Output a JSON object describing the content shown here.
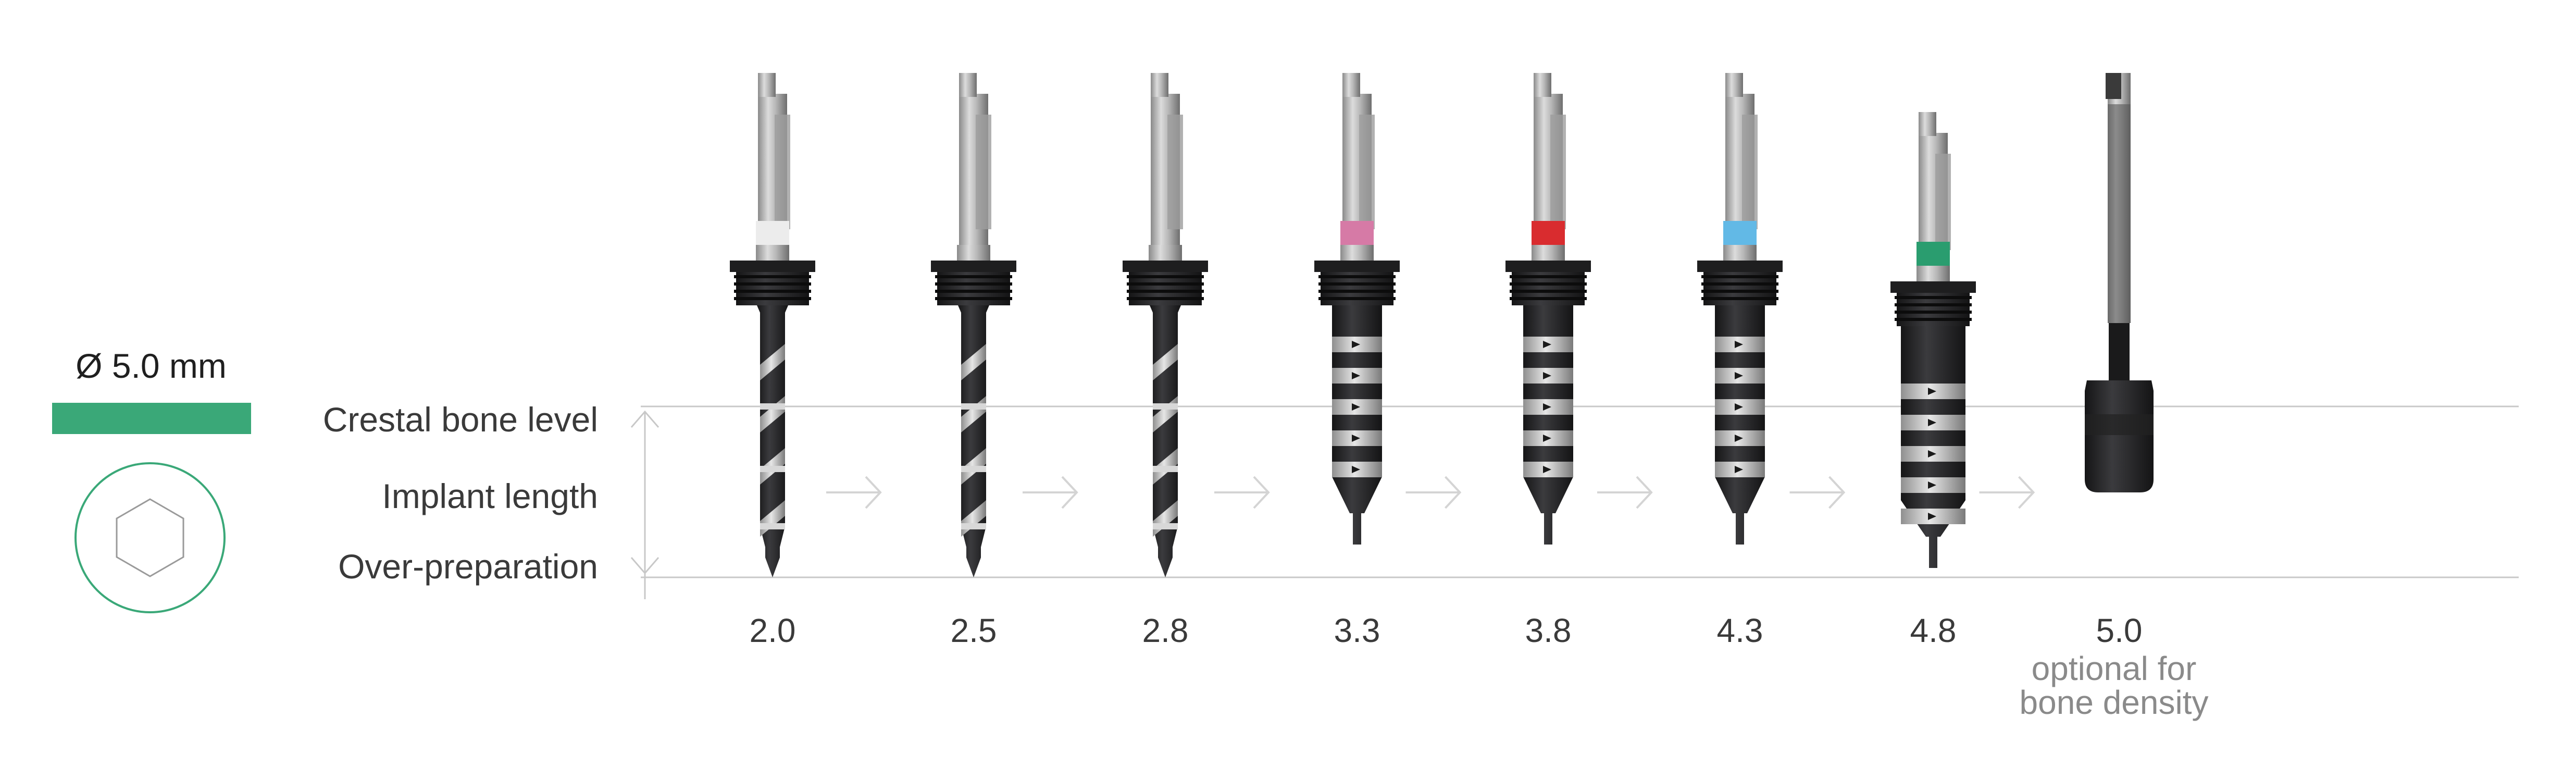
{
  "diameter": {
    "label": "Ø 5.0 mm",
    "color": "#3aa878"
  },
  "labels": {
    "crestal": "Crestal bone level",
    "implant_length": "Implant length",
    "over_prep": "Over-preparation"
  },
  "drills": [
    {
      "size": "2.0",
      "band": "#ececec",
      "kind": "pilot"
    },
    {
      "size": "2.5",
      "band": null,
      "kind": "pilot"
    },
    {
      "size": "2.8",
      "band": null,
      "kind": "pilot"
    },
    {
      "size": "3.3",
      "band": "#d67aa6",
      "kind": "stepped"
    },
    {
      "size": "3.8",
      "band": "#d92c2f",
      "kind": "stepped"
    },
    {
      "size": "4.3",
      "band": "#62b9e6",
      "kind": "stepped"
    },
    {
      "size": "4.8",
      "band": "#2a9d6f",
      "kind": "wide"
    },
    {
      "size": "5.0",
      "band": null,
      "kind": "tap"
    }
  ],
  "optional_note": [
    "optional for",
    "bone density"
  ],
  "colors": {
    "text": "#3a3a3a",
    "note": "#8a8a8a",
    "line": "#c8c8c8",
    "arrow": "#d8d8d8",
    "metal_dark": "#2b2b2d",
    "metal_light": "#b9b9b9"
  }
}
